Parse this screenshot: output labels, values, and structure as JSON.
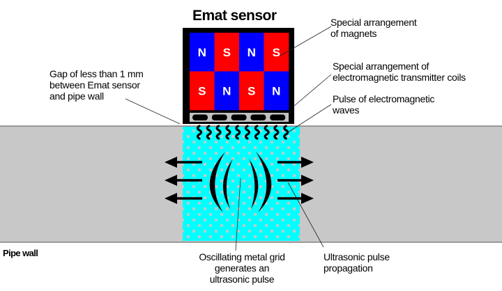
{
  "title": "Emat sensor",
  "magnets": {
    "top_row": [
      "N",
      "S",
      "N",
      "S"
    ],
    "bottom_row": [
      "S",
      "N",
      "S",
      "N"
    ],
    "colors": {
      "N": "#0000ff",
      "S": "#ff0000"
    }
  },
  "coil_count": 5,
  "wave_count": 10,
  "labels": {
    "magnets": [
      "Special arrangement",
      "of magnets"
    ],
    "coils": [
      "Special arrangement of",
      "electromagnetic transmitter coils"
    ],
    "pulse": [
      "Pulse of electromagnetic",
      "waves"
    ],
    "gap": [
      "Gap of less than 1 mm",
      "between Emat sensor",
      "and pipe wall"
    ],
    "pipe_wall": "Pipe wall",
    "grid": [
      "Oscillating metal grid",
      "generates an",
      "ultrasonic pulse"
    ],
    "propagation": [
      "Ultrasonic pulse",
      "propagation"
    ]
  },
  "colors": {
    "pipe": "#c8c8c8",
    "grid": "#00ffff",
    "sensor_frame": "#000000",
    "coil_strip": "#c0c0c0"
  }
}
